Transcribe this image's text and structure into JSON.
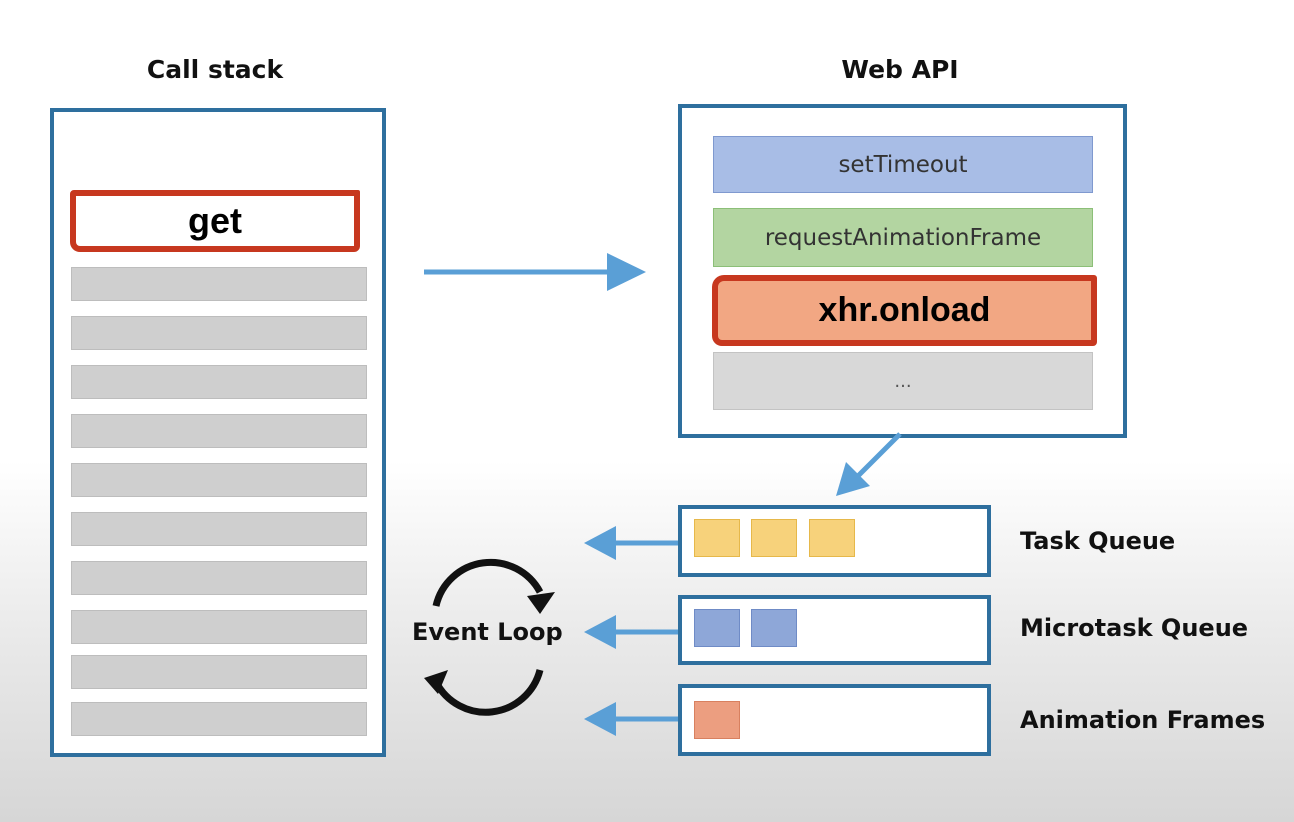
{
  "call_stack": {
    "title": "Call stack",
    "top_frame": "get",
    "empty_slots": 10
  },
  "web_api": {
    "title": "Web API",
    "items": [
      "setTimeout",
      "requestAnimationFrame",
      "xhr.onload",
      "..."
    ]
  },
  "queues": [
    {
      "name": "Task Queue",
      "items": 3,
      "color": "#f7d27b"
    },
    {
      "name": "Microtask Queue",
      "items": 2,
      "color": "#8ea7d8"
    },
    {
      "name": "Animation Frames",
      "items": 1,
      "color": "#ec9e80"
    }
  ],
  "event_loop": {
    "label": "Event Loop"
  },
  "colors": {
    "border": "#2e6f9e",
    "highlight": "#c7381f",
    "arrow": "#5a9fd6"
  }
}
